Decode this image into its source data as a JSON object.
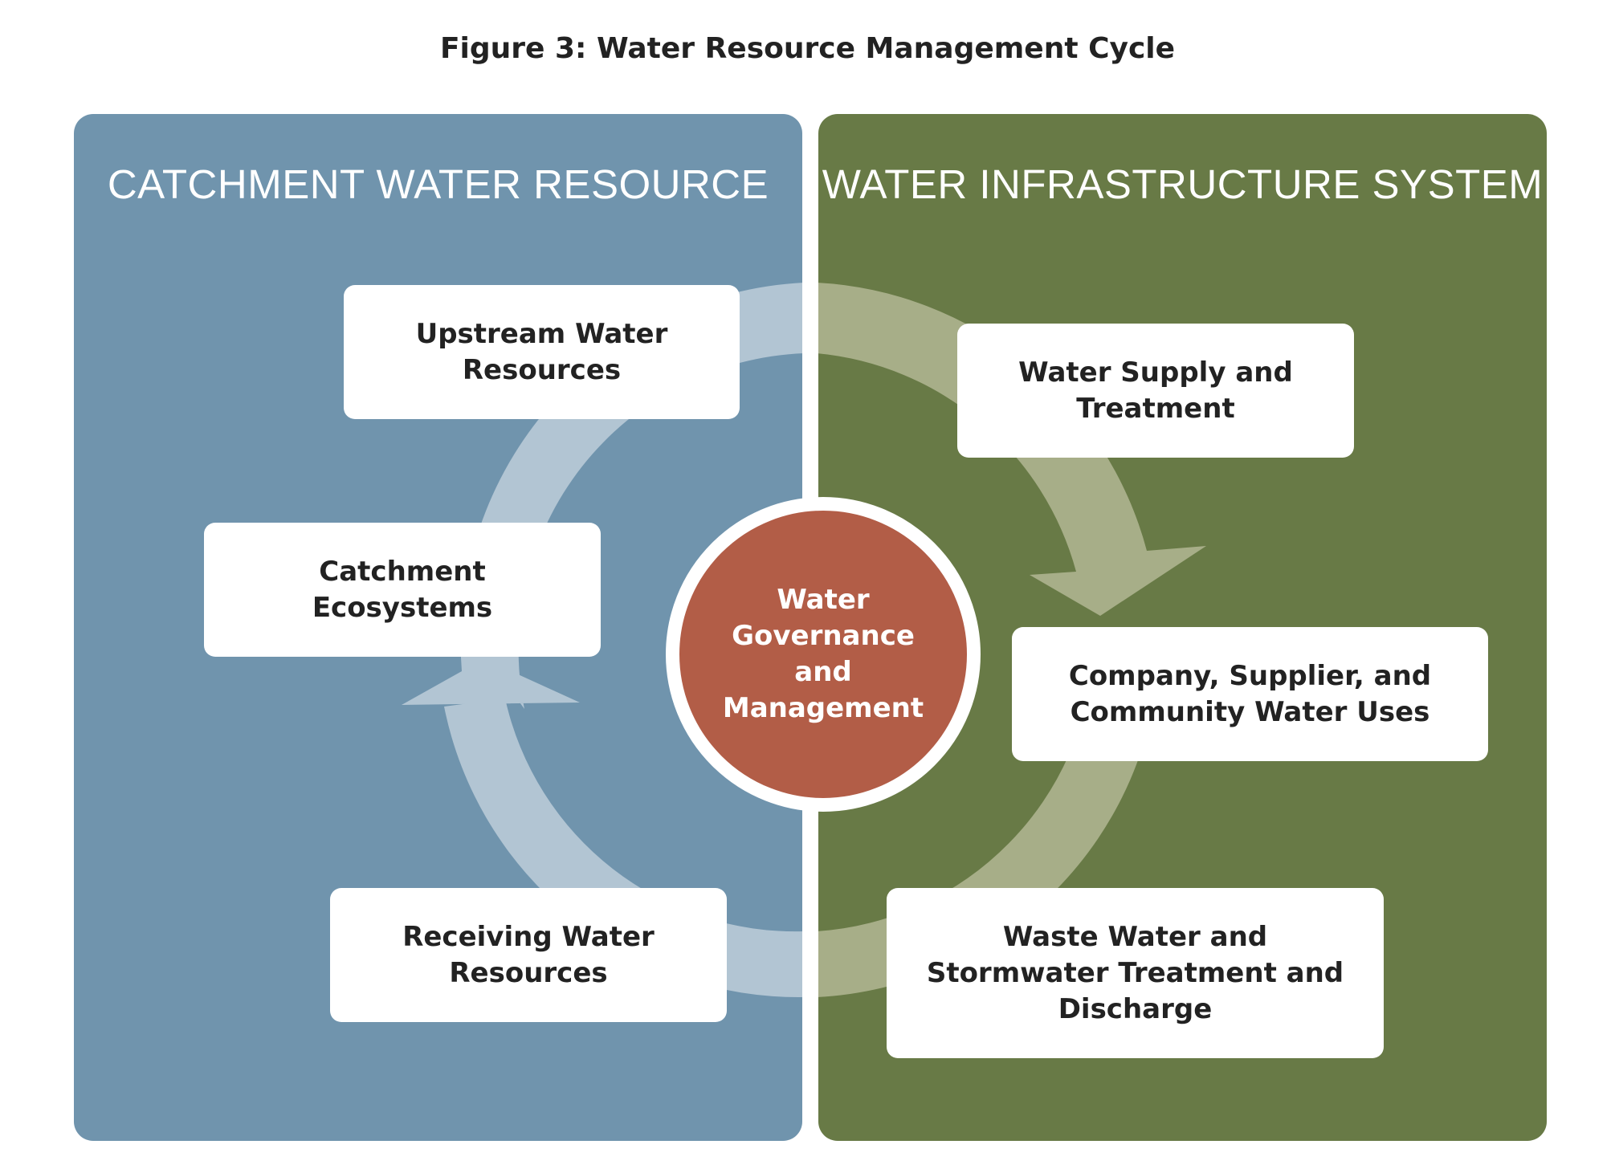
{
  "figure_title": "Figure 3: Water Resource Management Cycle",
  "colors": {
    "left_panel": "#7094ad",
    "right_panel": "#687a46",
    "left_arrow": "#b2c5d3",
    "right_arrow": "#a7ae88",
    "center": "#b25d47",
    "box": "#ffffff",
    "text_dark": "#222222"
  },
  "panels": {
    "left": {
      "heading": "CATCHMENT WATER RESOURCE"
    },
    "right": {
      "heading": "WATER INFRASTRUCTURE SYSTEM"
    }
  },
  "center": {
    "label": "Water\nGovernance\nand\nManagement"
  },
  "nodes": {
    "upstream": "Upstream Water\nResources",
    "catchment": "Catchment\nEcosystems",
    "receiving": "Receiving Water\nResources",
    "supply": "Water Supply and\nTreatment",
    "uses": "Company, Supplier, and\nCommunity Water Uses",
    "waste": "Waste Water and\nStormwater Treatment and\nDischarge"
  }
}
